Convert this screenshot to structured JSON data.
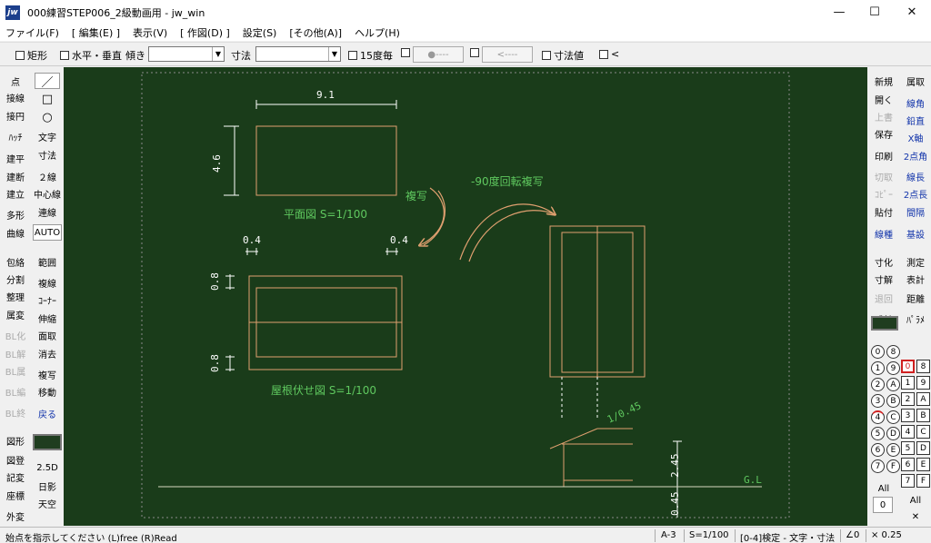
{
  "window": {
    "title": "000練習STEP006_2級動画用 - jw_win",
    "icon_label": "jw",
    "minimize": "—",
    "maximize": "☐",
    "close": "✕"
  },
  "menu": [
    "ファイル(F)",
    "[ 編集(E) ]",
    "表示(V)",
    "[ 作図(D) ]",
    "設定(S)",
    "[その他(A)]",
    "ヘルプ(H)"
  ],
  "options": {
    "rect": "矩形",
    "horiz_vert": "水平・垂直",
    "slope": "傾き",
    "dim": "寸法",
    "deg15": "15度毎",
    "btn1": "●----",
    "btn2": "<----",
    "dim_value": "寸法値",
    "lt": "<"
  },
  "left_tools_a": [
    "点",
    "接線",
    "接円",
    "ﾊｯﾁ",
    "建平",
    "建断",
    "建立",
    "多形",
    "曲線",
    "包絡",
    "分割",
    "整理",
    "属変",
    "BL化",
    "BL解",
    "BL属",
    "BL編",
    "BL終",
    "図形",
    "図登",
    "記変",
    "座標",
    "外変"
  ],
  "left_tools_b": [
    "文字",
    "寸法",
    "２線",
    "中心線",
    "連線",
    "AUTO",
    "範囲",
    "複線",
    "ｺｰﾅｰ",
    "伸縮",
    "面取",
    "消去",
    "複写",
    "移動",
    "戻る",
    "2.5D",
    "日影",
    "天空"
  ],
  "right_tools_a": [
    "新規",
    "開く",
    "上書",
    "保存",
    "印刷",
    "切取",
    "ｺﾋﾟｰ",
    "貼付",
    "線種",
    "寸化",
    "寸解",
    "退回",
    "式計"
  ],
  "right_tools_b": [
    "属取",
    "線角",
    "鉛直",
    "X軸",
    "2点角",
    "線長",
    "2点長",
    "間隔",
    "基設",
    "測定",
    "表計",
    "距離",
    "ﾊﾟﾗﾒ"
  ],
  "layers": {
    "left": [
      "0",
      "1",
      "2",
      "3",
      "4",
      "5",
      "6",
      "7"
    ],
    "right": [
      "8",
      "9",
      "A",
      "B",
      "C",
      "D",
      "E",
      "F"
    ],
    "all": "All",
    "zero": "0"
  },
  "groups": {
    "left": [
      "0",
      "1",
      "2",
      "3",
      "4",
      "5",
      "6",
      "7"
    ],
    "right": [
      "8",
      "9",
      "A",
      "B",
      "C",
      "D",
      "E",
      "F"
    ],
    "all": "All",
    "x": "✕"
  },
  "drawing": {
    "dim_top": "9.1",
    "dim_side": "4.6",
    "label_plan": "平面図 S=1/100",
    "label_copy": "複写",
    "label_rotate": "-90度回転複写",
    "dim_04_left": "0.4",
    "dim_04_right": "0.4",
    "dim_08_top": "0.8",
    "dim_08_bottom": "0.8",
    "label_roof": "屋根伏せ図 S=1/100",
    "slope_label": "1/0.45",
    "dim_245": "2.45",
    "dim_045": "0.45",
    "gl": "G.L"
  },
  "status": {
    "message": "始点を指示してください (L)free (R)Read",
    "paper": "A-3",
    "scale": "S=1/100",
    "layer_info": "[0-4]検定 - 文字・寸法",
    "angle": "∠0",
    "ratio": "× 0.25"
  },
  "colors": {
    "canvas_bg": "#1a3c1a",
    "figure_line": "#e0a070",
    "label_green": "#5fc85f",
    "dim_white": "#ffffff",
    "gl_line": "#d8d8c0"
  }
}
